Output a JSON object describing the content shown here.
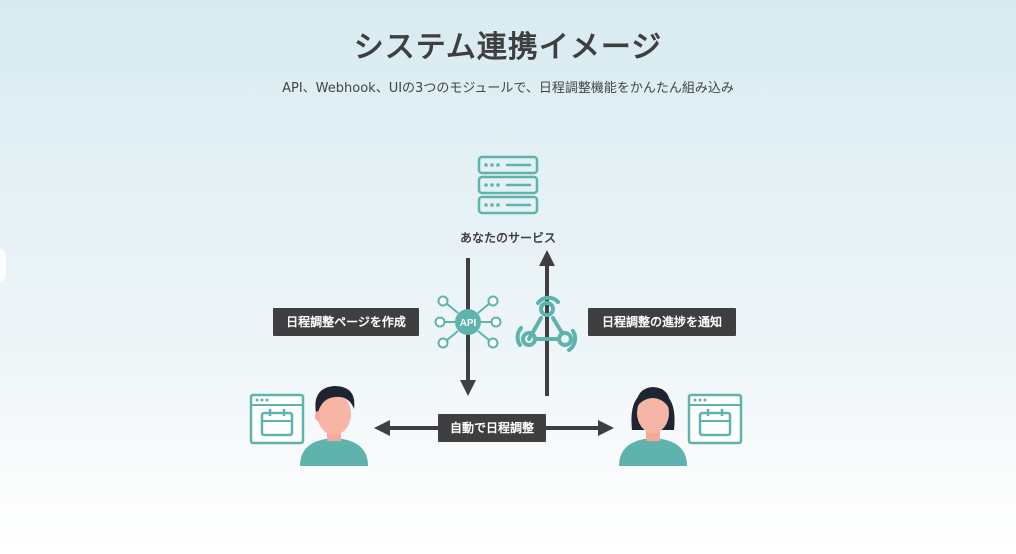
{
  "header": {
    "title": "システム連携イメージ",
    "subtitle": "API、Webhook、UIの3つのモジュールで、日程調整機能をかんたん組み込み"
  },
  "diagram": {
    "service_label": "あなたのサービス",
    "api_badge": "API",
    "left_label": "日程調整ページを作成",
    "right_label": "日程調整の進捗を通知",
    "bottom_label": "自動で日程調整"
  },
  "colors": {
    "teal": "#5eb3ad",
    "teal_dark": "#4a9e99",
    "dark": "#3f3f42",
    "skin": "#f7b5a6",
    "hair": "#1f2433"
  },
  "icons": [
    "server-icon",
    "api-network-icon",
    "webhook-icon",
    "calendar-icon",
    "person-icon",
    "arrow-icon"
  ]
}
